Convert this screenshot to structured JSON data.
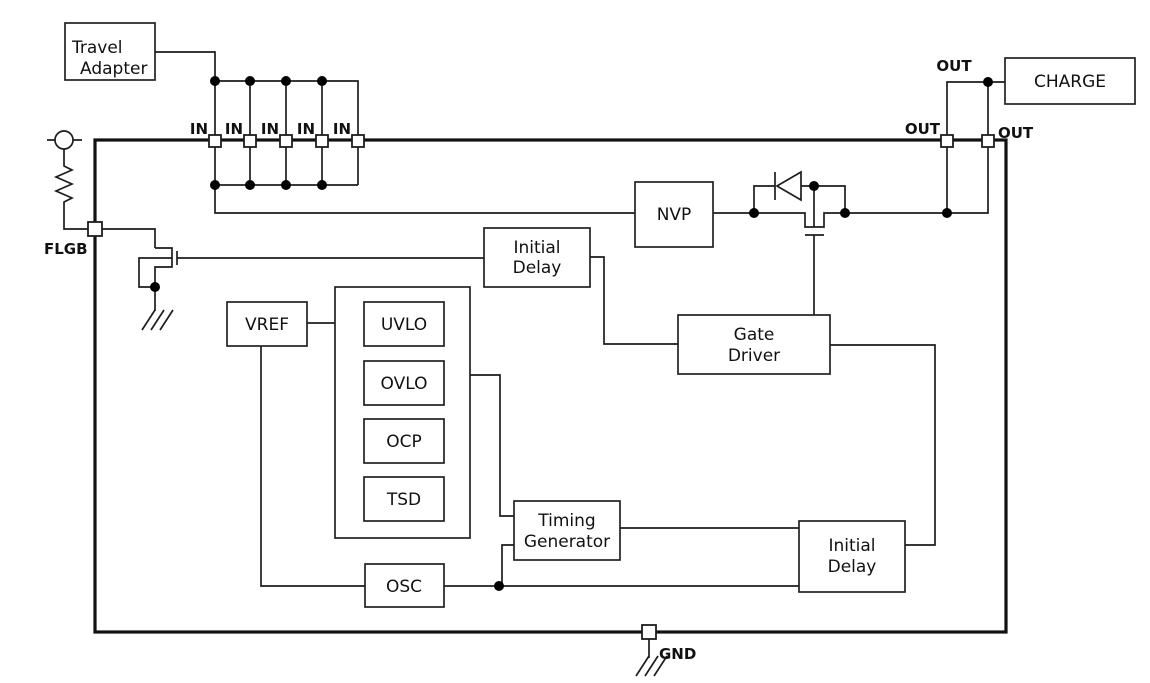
{
  "diagram": {
    "type": "block-diagram",
    "description": "Power switch / charger IC application block diagram"
  },
  "blocks": {
    "travel_adapter": {
      "line1": "Travel",
      "line2": "Adapter"
    },
    "charge": {
      "label": "CHARGE"
    },
    "nvp": {
      "label": "NVP"
    },
    "initial_delay_top": {
      "line1": "Initial",
      "line2": "Delay"
    },
    "gate_driver": {
      "line1": "Gate",
      "line2": "Driver"
    },
    "vref": {
      "label": "VREF"
    },
    "uvlo": {
      "label": "UVLO"
    },
    "ovlo": {
      "label": "OVLO"
    },
    "ocp": {
      "label": "OCP"
    },
    "tsd": {
      "label": "TSD"
    },
    "timing_generator": {
      "line1": "Timing",
      "line2": "Generator"
    },
    "osc": {
      "label": "OSC"
    },
    "initial_delay_bottom": {
      "line1": "Initial",
      "line2": "Delay"
    }
  },
  "pins": {
    "in_label": "IN",
    "out_label": "OUT",
    "flgb_label": "FLGB",
    "gnd_label": "GND"
  },
  "colors": {
    "line": "#1d1d1d",
    "background": "#ffffff",
    "box_fill": "#ffffff"
  }
}
